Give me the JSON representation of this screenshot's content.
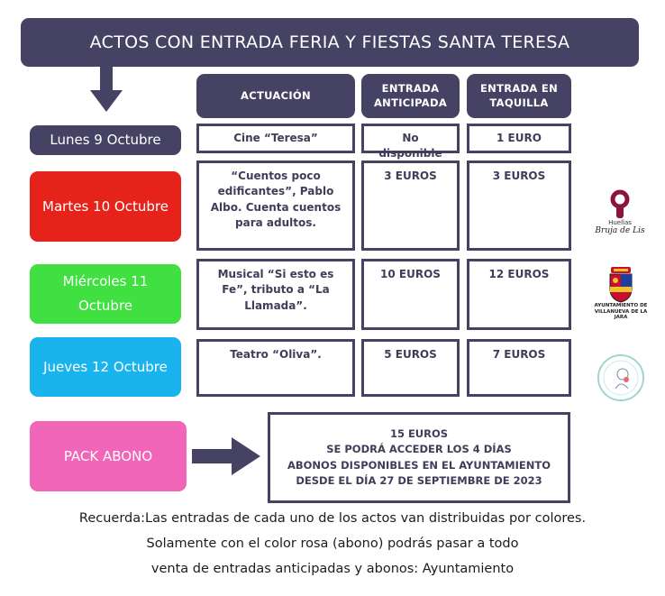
{
  "title": "ACTOS CON ENTRADA FERIA Y FIESTAS SANTA TERESA",
  "headers": {
    "actuacion": "ACTUACIÓN",
    "anticipada": "ENTRADA ANTICIPADA",
    "taquilla": "ENTRADA EN TAQUILLA"
  },
  "rows": [
    {
      "day": "Lunes 9 Octubre",
      "act": "Cine “Teresa”",
      "anticipada": "No disponible",
      "taquilla": "1 EURO"
    },
    {
      "day": "Martes 10 Octubre",
      "act": "“Cuentos poco edificantes”, Pablo Albo. Cuenta cuentos para adultos.",
      "anticipada": "3 EUROS",
      "taquilla": "3 EUROS"
    },
    {
      "day": "Miércoles 11 Octubre",
      "act": "Musical “Si esto es Fe”, tributo a “La Llamada”.",
      "anticipada": "10 EUROS",
      "taquilla": "12 EUROS"
    },
    {
      "day": "Jueves 12 Octubre",
      "act": "Teatro “Oliva”.",
      "anticipada": "5 EUROS",
      "taquilla": "7 EUROS"
    }
  ],
  "pack": {
    "label": "PACK ABONO",
    "lines": [
      "15 EUROS",
      "SE PODRÁ ACCEDER LOS 4 DÍAS",
      "ABONOS DISPONIBLES EN EL AYUNTAMIENTO",
      "DESDE EL DÍA 27 DE SEPTIEMBRE DE 2023"
    ]
  },
  "footer": [
    "Recuerda:Las entradas de cada uno de los actos van distribuidas por colores.",
    "Solamente con el color rosa (abono) podrás pasar a todo",
    "venta de entradas anticipadas y abonos: Ayuntamiento"
  ],
  "logos": {
    "huellas": {
      "name": "Huellas",
      "script": "Bruja de Lis"
    },
    "ayuntamiento": {
      "line1": "AYUNTAMIENTO DE",
      "line2": "VILLANUEVA DE LA JARA"
    }
  },
  "colors": {
    "navy": "#454264",
    "monday": "#454264",
    "tuesday": "#e5231b",
    "wednesday": "#3fe03f",
    "thursday": "#19b3ee",
    "pack": "#f166b8"
  }
}
